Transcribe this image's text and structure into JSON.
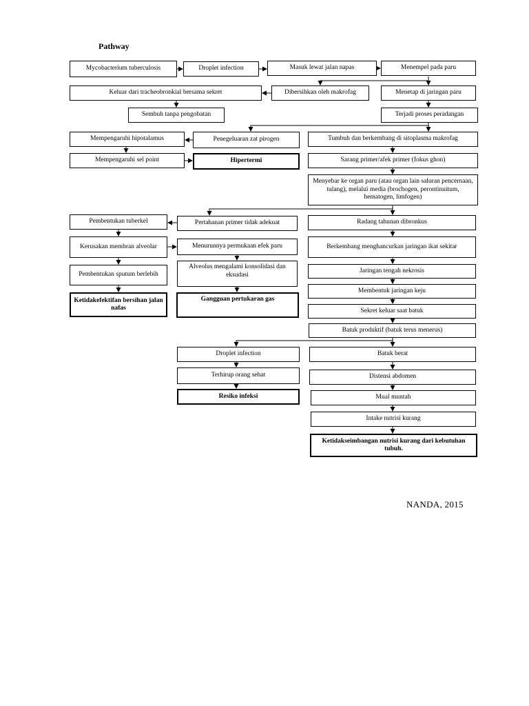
{
  "title": "Pathway",
  "reference": "NANDA, 2015",
  "nodes": {
    "myco": "Mycobacterium tuberculosis",
    "droplet1": "Droplet infection",
    "masuk": "Masuk lewat jalan napas",
    "menempel": "Menempel pada paru",
    "keluar": "Keluar dari tracheobronkial bersama sekret",
    "dibersihkan": "Dibersihkan oleh makrofag",
    "menetap": "Menetap di jaringan paru",
    "sembuh": "Sembuh tanpa pengobatan",
    "peradangan": "Terjadi proses peradangan",
    "hipotalamus": "Mempengaruhi hipotalamus",
    "pirogen": "Penegeluaran zat pirogen",
    "tumbuh": "Tumbuh dan berkembang di sitoplasma makrofag",
    "selpoint": "Mempengaruhi sel point",
    "hipertermi": "Hipertermi",
    "sarang": "Sarang primer/afek primer (fokus ghon)",
    "menyebar": "Menyebar ke organ paru (atau organ lain saluran pencernaan, tulang), melalui media (brochogen, perontinuitum, hematogen, limfogen)",
    "tuberkel": "Pembentukan tuberkel",
    "pertahanan": "Pertahanan primer tidak adekuat",
    "radang": "Radang tahunan dibronkus",
    "kerusakan": "Kerusakan membran alveolar",
    "menurunnya": "Menurunnya permukaan efek paru",
    "berkembang": "Berkembang menghancurkan jaringan ikat sekitar",
    "sputum": "Pembentukan sputum berlebih",
    "alveolus": "Alveolus mengalami konsolidasi dan eksudasi",
    "nekrosis": "Jaringan tengah nekrosis",
    "keju": "Membentuk jaringan keju",
    "bersihan": "Ketidakefektifan bersihan jalan nafas",
    "gas": "Gangguan pertukaran gas",
    "sekret": "Sekret keluar saat batuk",
    "produktif": "Batuk produktif (batuk terus menerus)",
    "droplet2": "Droplet infection",
    "batukberat": "Batuk berat",
    "terhirup": "Terhirup orang sehat",
    "distensi": "Distensi abdomen",
    "resiko": "Resiko infeksi",
    "mual": "Mual muntah",
    "intake": "Intake nutrisi kurang",
    "nutrisi": "Ketidakseimbangan nutrisi kurang dari kebutuhan tubuh."
  }
}
